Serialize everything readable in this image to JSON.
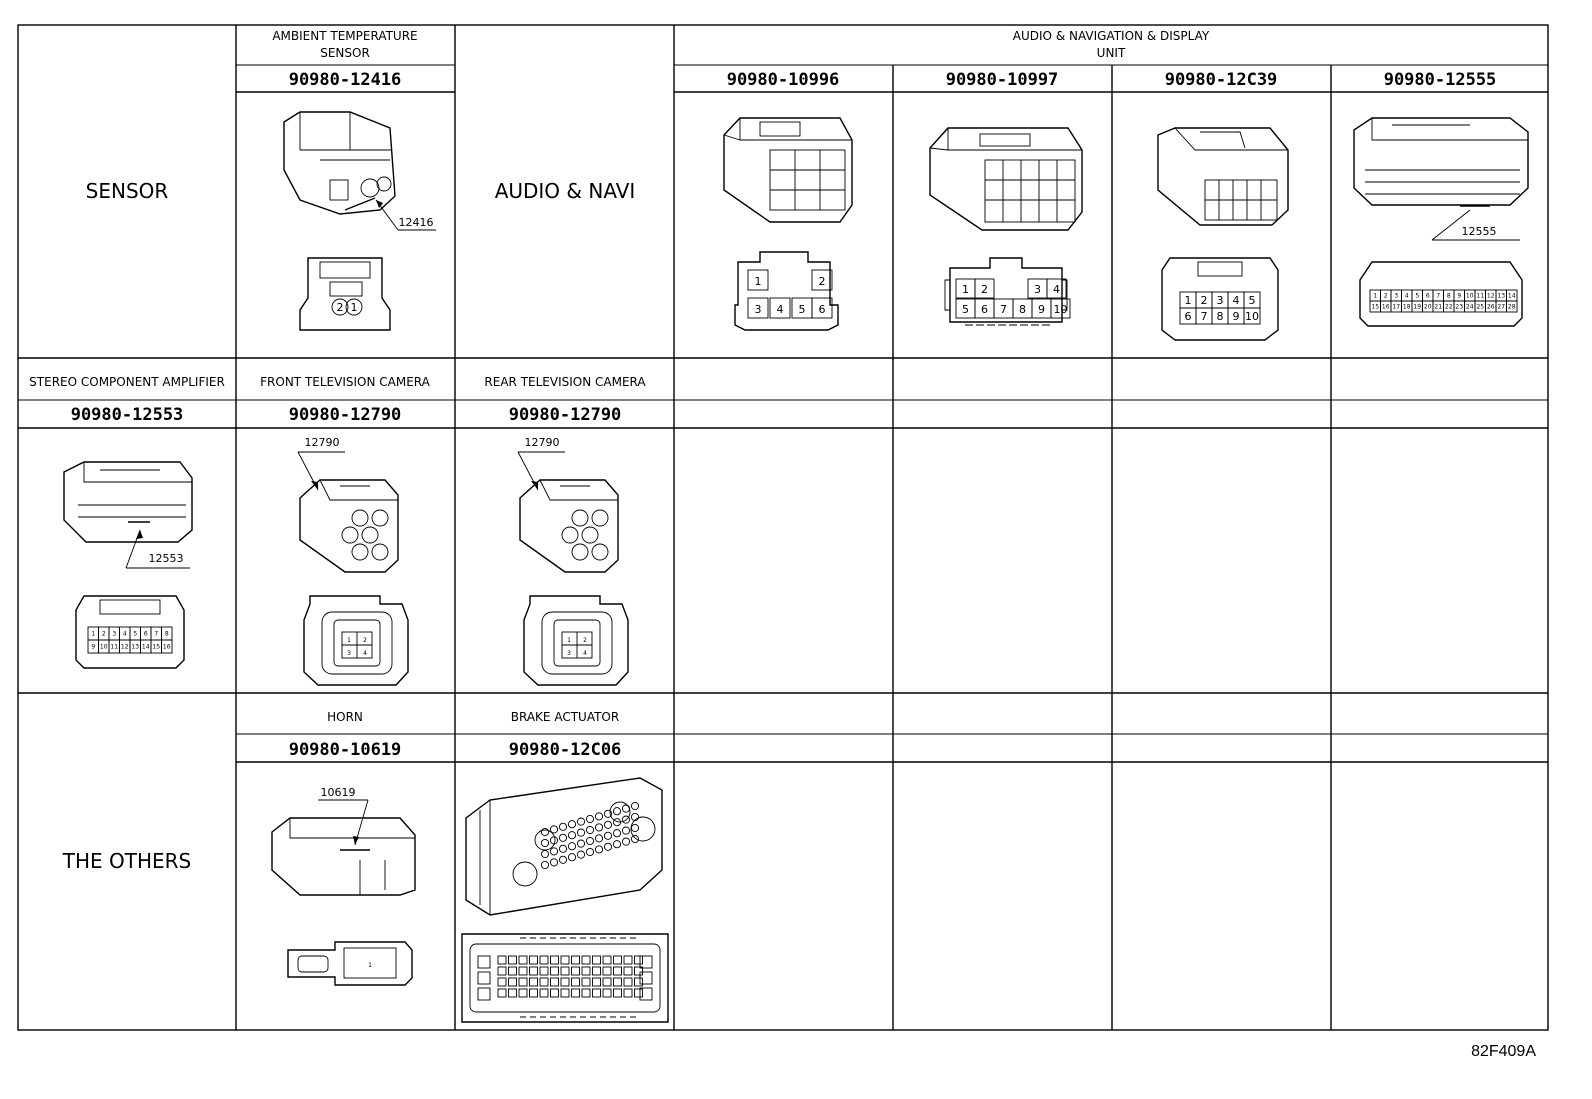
{
  "sections": {
    "sensor": {
      "label": "SENSOR",
      "columns": [
        {
          "title": [
            "AMBIENT TEMPERATURE",
            "SENSOR"
          ],
          "part": "90980-12416",
          "callout": "12416",
          "pins": [
            "2",
            "1"
          ]
        }
      ]
    },
    "audio": {
      "label": "AUDIO & NAVI",
      "unit_title": [
        "AUDIO & NAVIGATION & DISPLAY",
        "UNIT"
      ],
      "columns": [
        {
          "part": "90980-10996",
          "pins": [
            "1",
            "2",
            "3",
            "4",
            "5",
            "6"
          ]
        },
        {
          "part": "90980-10997",
          "pins": [
            "1",
            "2",
            "3",
            "4",
            "5",
            "6",
            "7",
            "8",
            "9",
            "10"
          ]
        },
        {
          "part": "90980-12C39",
          "pins": [
            "1",
            "2",
            "3",
            "4",
            "5",
            "6",
            "7",
            "8",
            "9",
            "10"
          ]
        },
        {
          "part": "90980-12555",
          "callout": "12555",
          "pins": [
            "1",
            "2",
            "3",
            "4",
            "5",
            "6",
            "7",
            "8",
            "9",
            "10",
            "11",
            "12",
            "13",
            "14",
            "15",
            "16",
            "17",
            "18",
            "19",
            "20",
            "21",
            "22",
            "23",
            "24",
            "25",
            "26",
            "27",
            "28"
          ]
        }
      ]
    },
    "row2": {
      "columns": [
        {
          "title": "STEREO COMPONENT AMPLIFIER",
          "part": "90980-12553",
          "callout": "12553",
          "pins": [
            "1",
            "2",
            "3",
            "4",
            "5",
            "6",
            "7",
            "8",
            "9",
            "10",
            "11",
            "12",
            "13",
            "14",
            "15",
            "16"
          ]
        },
        {
          "title": "FRONT TELEVISION CAMERA",
          "part": "90980-12790",
          "callout": "12790",
          "pins": [
            "1",
            "2",
            "3",
            "4"
          ]
        },
        {
          "title": "REAR TELEVISION CAMERA",
          "part": "90980-12790",
          "callout": "12790",
          "pins": [
            "1",
            "2",
            "3",
            "4"
          ]
        }
      ]
    },
    "others": {
      "label": "THE OTHERS",
      "columns": [
        {
          "title": "HORN",
          "part": "90980-10619",
          "callout": "10619",
          "pins": [
            "1"
          ]
        },
        {
          "title": "BRAKE ACTUATOR",
          "part": "90980-12C06"
        }
      ]
    }
  },
  "figure_code": "82F409A"
}
